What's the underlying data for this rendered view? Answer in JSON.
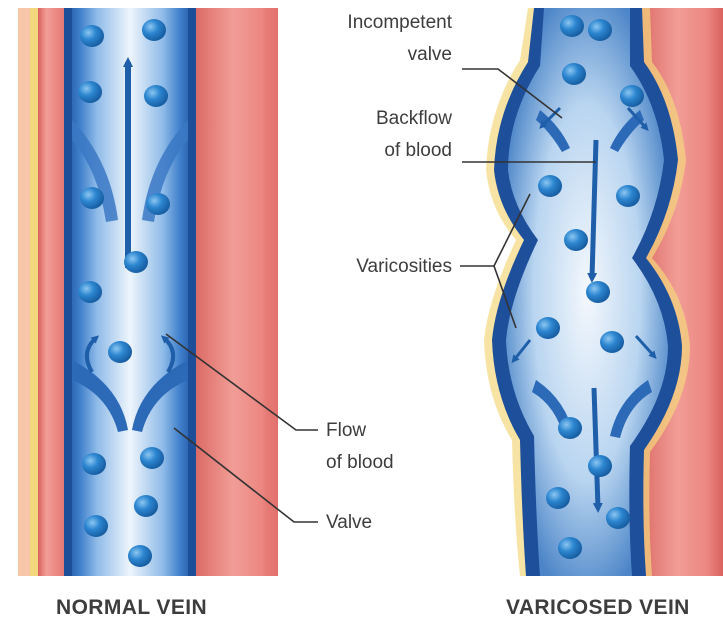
{
  "labels": {
    "incompetent_valve": [
      "Incompetent",
      "valve"
    ],
    "backflow": [
      "Backflow",
      "of blood"
    ],
    "varicosities": "Varicosities",
    "flow": [
      "Flow",
      "of blood"
    ],
    "valve": "Valve"
  },
  "titles": {
    "normal": "NORMAL VEIN",
    "varicosed": "VARICOSED VEIN"
  },
  "colors": {
    "muscle": "#ea8380",
    "muscle_dark": "#d9615e",
    "outer_wall": "#2b67b8",
    "lumen": "#e4eef9",
    "cell": "#1f78c6",
    "cell_light": "#63a9e6",
    "arrow": "#1f5ea8",
    "fat": "#f5d888",
    "skin": "#f9e9d6"
  }
}
